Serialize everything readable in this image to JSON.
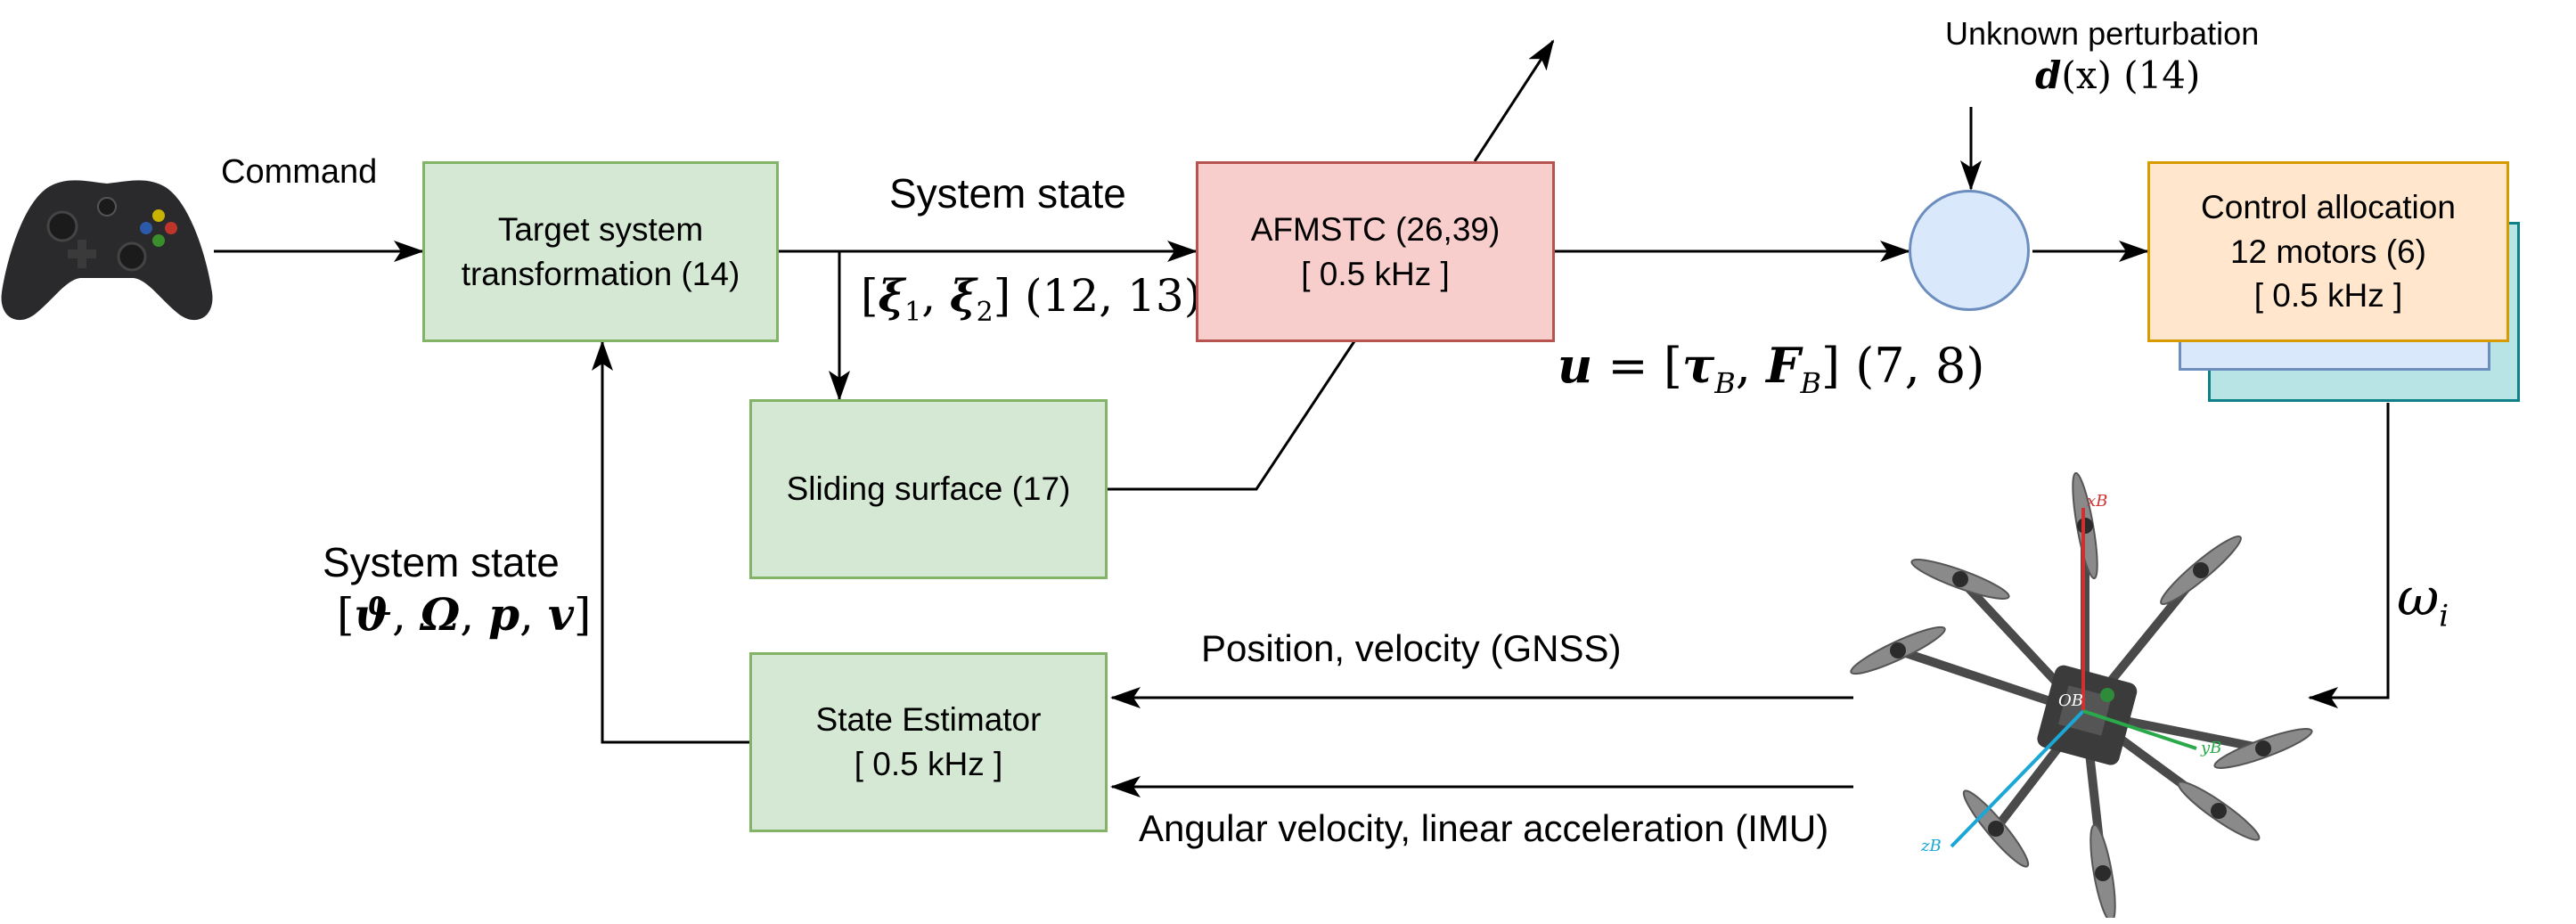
{
  "labels": {
    "command": "Command",
    "system_state_top": "System state",
    "unknown_perturbation": "Unknown perturbation",
    "perturbation_ref": "(14)",
    "system_state_left": "System state",
    "gnss": "Position, velocity (GNSS)",
    "imu": "Angular velocity, linear acceleration (IMU)"
  },
  "math": {
    "perturbation_symbol": "d",
    "perturbation_arg": "(x)",
    "xi_open": "[",
    "xi1": "ξ",
    "xi1_sub": "1",
    "xi_comma": ", ",
    "xi2": "ξ",
    "xi2_sub": "2",
    "xi_close": "] (12, 13)",
    "u_sym": "u",
    "u_eq": " = [",
    "tau": "τ",
    "tau_sub": "B",
    "u_comma": ", ",
    "force": "F",
    "force_sub": "B",
    "u_close": "] (7, 8)",
    "state_open": "[",
    "theta": "ϑ",
    "omega_cap": "Ω",
    "p": "p",
    "v": "v",
    "state_sep": ", ",
    "state_close": "]",
    "omega_i": "ω",
    "omega_i_sub": "i"
  },
  "blocks": {
    "target_system": "Target system\ntransformation (14)",
    "sliding_surface": "Sliding surface (17)",
    "afmstc": "AFMSTC (26,39)\n[ 0.5 kHz ]",
    "control_allocation": "Control allocation\n12 motors (6)\n[ 0.5 kHz ]",
    "state_estimator": "State Estimator\n[ 0.5 kHz ]"
  },
  "drone_frame_labels": {
    "x_axis": "xB",
    "y_axis": "yB",
    "z_axis": "zB",
    "origin": "OB"
  },
  "colors": {
    "green_fill": "#d5e8d4",
    "green_stroke": "#82b366",
    "red_fill": "#f8cecc",
    "red_stroke": "#b85450",
    "orange_fill": "#ffe6cc",
    "orange_stroke": "#d79b00",
    "blue_fill": "#dae8fc",
    "blue_stroke": "#6c8ebf",
    "teal_fill": "#b9e4e6",
    "teal_stroke": "#0e8088"
  },
  "icons": [
    "gamepad-icon",
    "drone-icon",
    "summing-junction"
  ]
}
